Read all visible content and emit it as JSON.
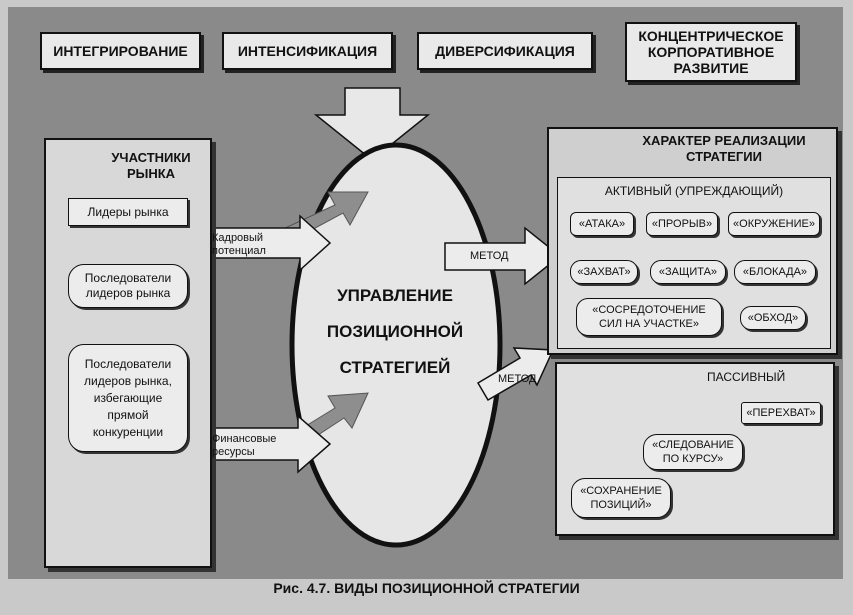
{
  "top_boxes": [
    "ИНТЕГРИРОВАНИЕ",
    "ИНТЕНСИФИКАЦИЯ",
    "ДИВЕРСИФИКАЦИЯ",
    "КОНЦЕНТРИЧЕСКОЕ КОРПОРАТИВНОЕ РАЗВИТИЕ"
  ],
  "left_panel": {
    "title": "УЧАСТНИКИ РЫНКА",
    "items": [
      "Лидеры рынка",
      "Последователи лидеров рынка",
      "Последователи лидеров рынка, избегающие прямой конкуренции"
    ]
  },
  "inputs": [
    "Кадровый потенциал",
    "Финансовые ресурсы"
  ],
  "center": {
    "title": "УПРАВЛЕНИЕ ПОЗИЦИОННОЙ СТРАТЕГИЕЙ"
  },
  "method_labels": [
    "МЕТОД",
    "МЕТОД"
  ],
  "right_panel": {
    "title": "ХАРАКТЕР РЕАЛИЗАЦИИ СТРАТЕГИИ",
    "active": {
      "label": "АКТИВНЫЙ (УПРЕЖДАЮЩИЙ)",
      "items": [
        "«АТАКА»",
        "«ПРОРЫВ»",
        "«ОКРУЖЕНИЕ»",
        "«ЗАХВАТ»",
        "«ЗАЩИТА»",
        "«БЛОКАДА»",
        "«СОСРЕДОТОЧЕНИЕ СИЛ НА УЧАСТКЕ»",
        "«ОБХОД»"
      ]
    },
    "passive": {
      "label": "ПАССИВНЫЙ",
      "items": [
        "«ПЕРЕХВАТ»",
        "«СЛЕДОВАНИЕ ПО КУРСУ»",
        "«СОХРАНЕНИЕ ПОЗИЦИЙ»"
      ]
    }
  },
  "caption": "Рис. 4.7. ВИДЫ ПОЗИЦИОННОЙ СТРАТЕГИИ"
}
